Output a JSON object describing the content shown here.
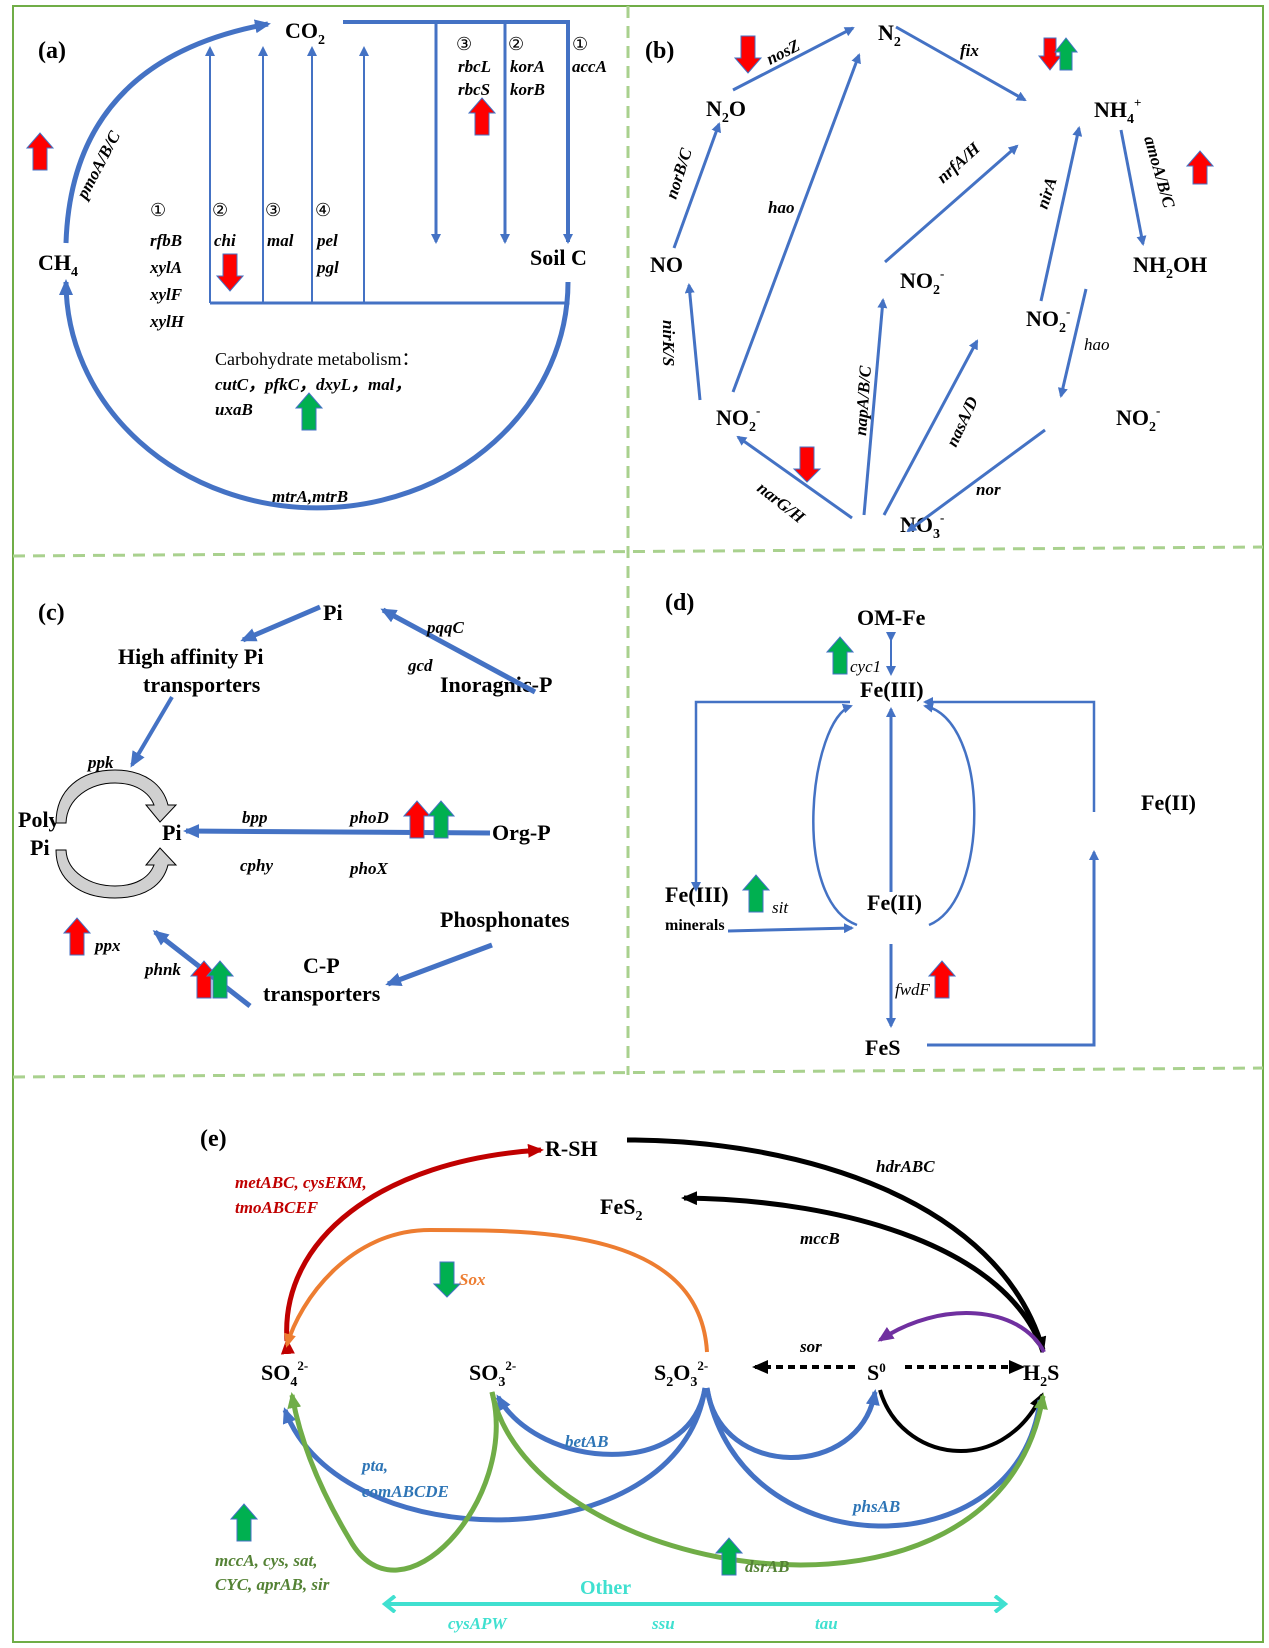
{
  "colors": {
    "pathway_blue": "#4472C4",
    "frame_green": "#70AD47",
    "divider_green": "#A9D18E",
    "up_red": "#FF0000",
    "up_green": "#00B050",
    "sulfur_red": "#C00000",
    "sulfur_orange": "#ED7D31",
    "sulfur_purple": "#7030A0",
    "sulfur_green": "#70AD47",
    "gene_green_text": "#548235",
    "gene_blue_text": "#2E75B6",
    "other_cyan": "#40E0D0"
  },
  "panel_a": {
    "label": "(a)",
    "nodes": {
      "co2": "CO",
      "co2_sub": "2",
      "ch4": "CH",
      "ch4_sub": "4",
      "soil_c": "Soil C"
    },
    "edges": {
      "methane_oxidation": "pmoA/B/C",
      "methanogenesis": "mtrA,mtrB"
    },
    "fixation_groups": [
      {
        "num": "③",
        "genes": [
          "rbcL",
          "rbcS"
        ],
        "regulation": "up-red"
      },
      {
        "num": "②",
        "genes": [
          "korA",
          "korB"
        ]
      },
      {
        "num": "①",
        "genes": [
          "accA"
        ]
      }
    ],
    "degradation_groups": [
      {
        "num": "①",
        "genes": [
          "rfbB",
          "xylA",
          "xylF",
          "xylH"
        ]
      },
      {
        "num": "②",
        "genes": [
          "chi"
        ],
        "regulation": "down-red"
      },
      {
        "num": "③",
        "genes": [
          "mal"
        ]
      },
      {
        "num": "④",
        "genes": [
          "pel",
          "pgl"
        ]
      }
    ],
    "carbohydrate": {
      "title": "Carbohydrate metabolism：",
      "line1": "cutC，pfkC，dxyL，mal，",
      "line2": "uxaB",
      "regulation": "up-green"
    }
  },
  "panel_b": {
    "label": "(b)",
    "nodes": {
      "n2": "N",
      "n2_sub": "2",
      "n2o_a": "N",
      "n2o_sub": "2",
      "n2o_b": "O",
      "nh4": "NH",
      "nh4_sub": "4",
      "nh4_sup": "+",
      "no": "NO",
      "nh2oh_a": "NH",
      "nh2oh_sub": "2",
      "nh2oh_b": "OH",
      "no2": "NO",
      "no2_sub": "2",
      "no2_sup": "-",
      "no3": "NO",
      "no3_sub": "3",
      "no3_sup": "-"
    },
    "edges": {
      "nosZ": "nosZ",
      "fix": "fix",
      "norBC": "norB/C",
      "hao1": "hao",
      "nrfAH": "nrfA/H",
      "nirA": "nirA",
      "amoABC": "amoA/B/C",
      "nirKS": "nirK/S",
      "napABC": "napA/B/C",
      "nasAD": "nasA/D",
      "hao2": "hao",
      "narGH": "narG/H",
      "nor": "nor"
    }
  },
  "panel_c": {
    "label": "(c)",
    "nodes": {
      "pi_top": "Pi",
      "hapt1": "High affinity Pi",
      "hapt2": "transporters",
      "inorg": "Inoragnic-P",
      "poly1": "Poly",
      "poly2": "Pi",
      "pi_mid": "Pi",
      "orgp": "Org-P",
      "phosphonates": "Phosphonates",
      "cp1": "C-P",
      "cp2": "transporters"
    },
    "genes": {
      "pqqC": "pqqC",
      "gcd": "gcd",
      "ppk": "ppk",
      "bpp": "bpp",
      "phoD": "phoD",
      "cphy": "cphy",
      "phoX": "phoX",
      "ppx": "ppx",
      "phnk": "phnk"
    }
  },
  "panel_d": {
    "label": "(d)",
    "nodes": {
      "omfe": "OM-Fe",
      "fe3_top": "Fe(III)",
      "fe2_right": "Fe(II)",
      "fe3_min": "Fe(III)",
      "minerals": "minerals",
      "fe2_mid": "Fe(II)",
      "fes": "FeS"
    },
    "genes": {
      "cyc1": "cyc1",
      "sit": "sit",
      "fwdF": "fwdF"
    }
  },
  "panel_e": {
    "label": "(e)",
    "nodes": {
      "rsh": "R-SH",
      "fes2": "FeS",
      "fes2_sub": "2",
      "so4": "SO",
      "so4_sub": "4",
      "so4_sup": "2-",
      "so3": "SO",
      "so3_sub": "3",
      "so3_sup": "2-",
      "s2o3_a": "S",
      "s2o3_sub1": "2",
      "s2o3_b": "O",
      "s2o3_sub2": "3",
      "s2o3_sup": "2-",
      "s0": "S",
      "s0_sup": "0",
      "h2s_a": "H",
      "h2s_sub": "2",
      "h2s_b": "S"
    },
    "genes": {
      "assim1": "metABC, cysEKM,",
      "assim2": "tmoABCEF",
      "hdrABC": "hdrABC",
      "mccB": "mccB",
      "sox": "Sox",
      "sor": "sor",
      "betAB": "betAB",
      "pta1": "pta,",
      "pta2": "comABCDE",
      "phsAB": "phsAB",
      "dsrAB": "dsrAB",
      "dis1": "mccA, cys, sat,",
      "dis2": "CYC, aprAB, sir",
      "other": "Other",
      "cysAPW": "cysAPW",
      "ssu": "ssu",
      "tau": "tau"
    }
  }
}
